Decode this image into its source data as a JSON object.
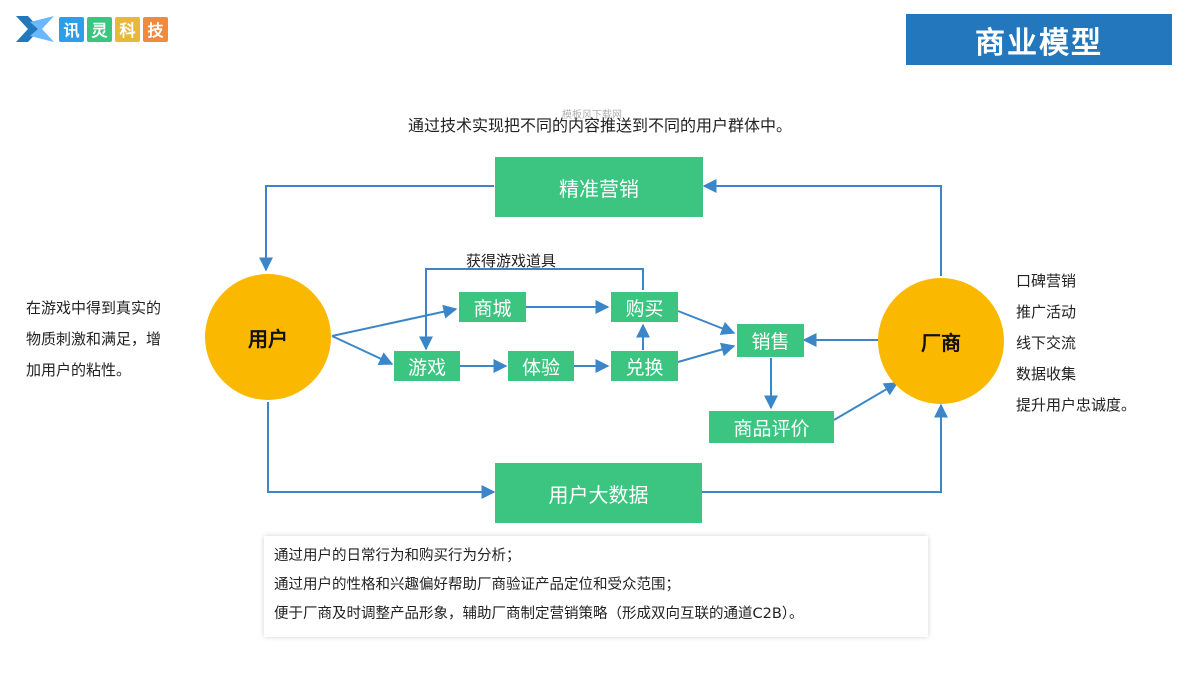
{
  "logo": {
    "chars": [
      {
        "text": "讯",
        "color": "#2f9ee8"
      },
      {
        "text": "灵",
        "color": "#3cc481"
      },
      {
        "text": "科",
        "color": "#e8b83a"
      },
      {
        "text": "技",
        "color": "#f08a3c"
      }
    ],
    "mark_colors": {
      "primary": "#2277bd",
      "secondary": "#6ab8ff"
    }
  },
  "title": "商业模型",
  "watermark": "模板风下载网",
  "intro": "通过技术实现把不同的内容推送到不同的用户群体中。",
  "nodes": {
    "user": "用户",
    "vendor": "厂商",
    "precision_marketing": "精准营销",
    "big_data": "用户大数据",
    "mall": "商城",
    "buy": "购买",
    "game": "游戏",
    "experience": "体验",
    "exchange": "兑换",
    "sales": "销售",
    "review": "商品评价"
  },
  "game_props_label": "获得游戏道具",
  "left_note": [
    "在游戏中得到真实的",
    "物质刺激和满足，增",
    "加用户的粘性。"
  ],
  "right_note": [
    "口碑营销",
    "推广活动",
    "线下交流",
    "数据收集",
    "提升用户忠诚度。"
  ],
  "summary": [
    "通过用户的日常行为和购买行为分析；",
    "通过用户的性格和兴趣偏好帮助厂商验证产品定位和受众范围；",
    "便于厂商及时调整产品形象，辅助厂商制定营销策略（形成双向互联的通道C2B）。"
  ],
  "colors": {
    "banner": "#2277bd",
    "box": "#3cc481",
    "circle": "#fbb800",
    "arrow": "#3a86c8"
  }
}
